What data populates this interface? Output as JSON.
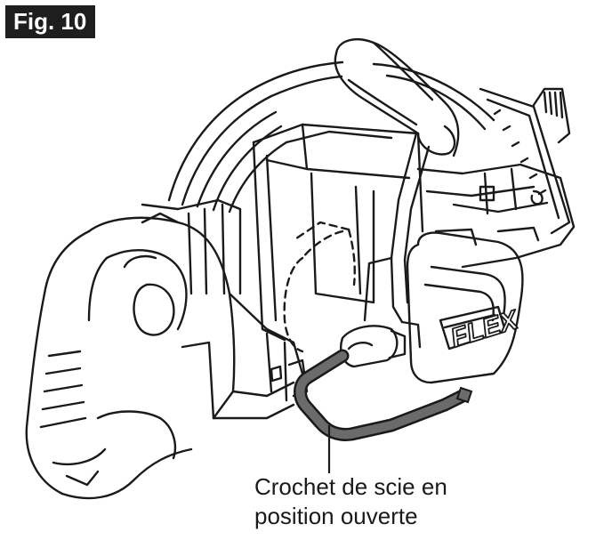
{
  "figure": {
    "label": "Fig. 10",
    "brand_text": "FLEX",
    "callout_line1": "Crochet de scie en",
    "callout_line2": "position ouverte"
  },
  "colors": {
    "line": "#1a1a1a",
    "label_bg": "#1e1e1e",
    "label_text": "#ffffff",
    "hook_fill": "#6b6b6b"
  }
}
